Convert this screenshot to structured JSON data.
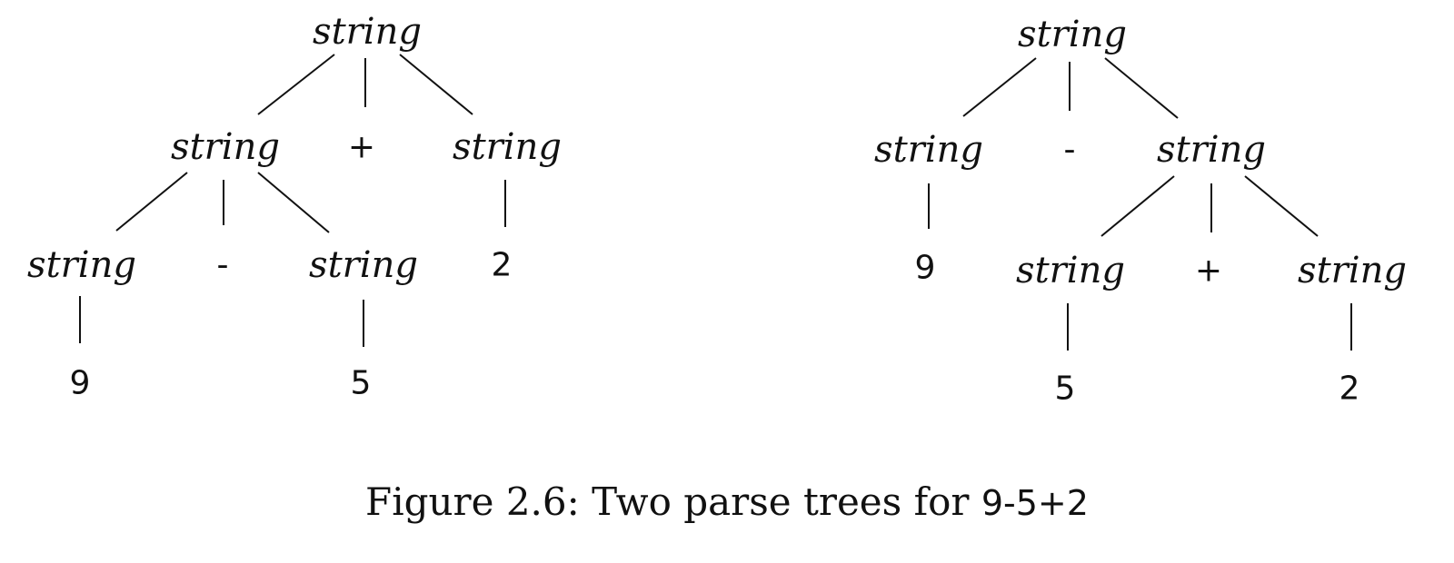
{
  "caption": {
    "prefix": "Figure 2.6: Two parse trees for ",
    "expression": "9-5+2"
  },
  "trees": [
    {
      "name": "left-parse-tree",
      "nodes": [
        {
          "id": "r",
          "label": "string",
          "kind": "nonterminal",
          "parent": null
        },
        {
          "id": "a",
          "label": "string",
          "kind": "nonterminal",
          "parent": "r"
        },
        {
          "id": "op1",
          "label": "+",
          "kind": "terminal",
          "parent": "r"
        },
        {
          "id": "b",
          "label": "string",
          "kind": "nonterminal",
          "parent": "r"
        },
        {
          "id": "c",
          "label": "string",
          "kind": "nonterminal",
          "parent": "a"
        },
        {
          "id": "op2",
          "label": "-",
          "kind": "terminal",
          "parent": "a"
        },
        {
          "id": "d",
          "label": "string",
          "kind": "nonterminal",
          "parent": "a"
        },
        {
          "id": "t2",
          "label": "2",
          "kind": "terminal",
          "parent": "b"
        },
        {
          "id": "t9",
          "label": "9",
          "kind": "terminal",
          "parent": "c"
        },
        {
          "id": "t5",
          "label": "5",
          "kind": "terminal",
          "parent": "d"
        }
      ]
    },
    {
      "name": "right-parse-tree",
      "nodes": [
        {
          "id": "r",
          "label": "string",
          "kind": "nonterminal",
          "parent": null
        },
        {
          "id": "a",
          "label": "string",
          "kind": "nonterminal",
          "parent": "r"
        },
        {
          "id": "op1",
          "label": "-",
          "kind": "terminal",
          "parent": "r"
        },
        {
          "id": "b",
          "label": "string",
          "kind": "nonterminal",
          "parent": "r"
        },
        {
          "id": "t9",
          "label": "9",
          "kind": "terminal",
          "parent": "a"
        },
        {
          "id": "c",
          "label": "string",
          "kind": "nonterminal",
          "parent": "b"
        },
        {
          "id": "op2",
          "label": "+",
          "kind": "terminal",
          "parent": "b"
        },
        {
          "id": "d",
          "label": "string",
          "kind": "nonterminal",
          "parent": "b"
        },
        {
          "id": "t5",
          "label": "5",
          "kind": "terminal",
          "parent": "c"
        },
        {
          "id": "t2",
          "label": "2",
          "kind": "terminal",
          "parent": "d"
        }
      ]
    }
  ]
}
